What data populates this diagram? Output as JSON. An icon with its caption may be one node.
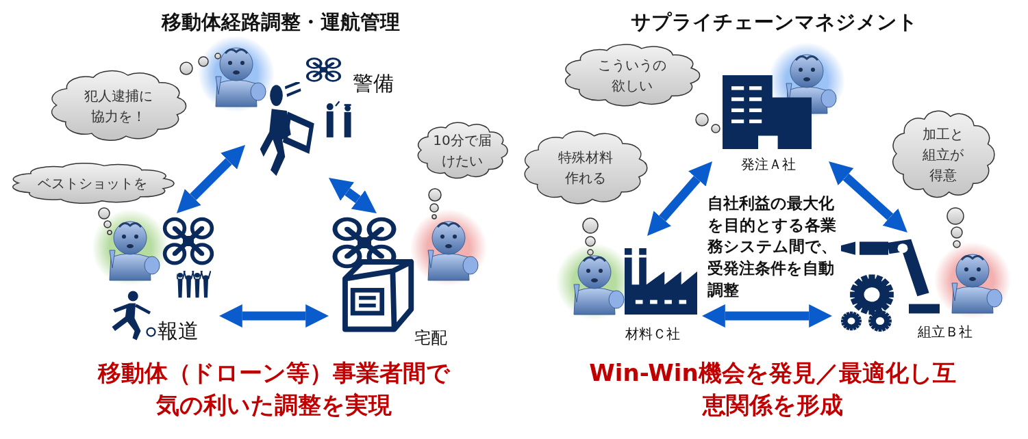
{
  "diagram": {
    "nodes": [
      {
        "text": [
          "犯人逮捕に協力を！"
        ]
      },
      {
        "text": [
          "警備"
        ]
      },
      {
        "text": [
          "ベストショットを"
        ]
      },
      {
        "text": [
          "10分で届けたい"
        ]
      },
      {
        "text": [
          "報道"
        ]
      },
      {
        "text": [
          "宅配"
        ]
      },
      {
        "text": [
          "こういうの欲しい"
        ]
      },
      {
        "text": [
          "特殊材料作れる"
        ]
      },
      {
        "text": [
          "発注Ａ社"
        ]
      },
      {
        "text": [
          "加工と組立が得意"
        ]
      },
      {
        "text": [
          "材料Ｃ社"
        ]
      },
      {
        "text": [
          "組立Ｂ社"
        ]
      }
    ],
    "edges": [
      {
        "from": 1,
        "to": 4,
        "arrow": "both"
      },
      {
        "from": 1,
        "to": 5,
        "arrow": "both"
      },
      {
        "from": 4,
        "to": 5,
        "arrow": "both"
      },
      {
        "from": 8,
        "to": 10,
        "arrow": "both"
      },
      {
        "from": 8,
        "to": 11,
        "arrow": "both"
      },
      {
        "from": 10,
        "to": 11,
        "arrow": "both"
      }
    ],
    "labels": [
      "移動体経路調整・運航管理",
      "サプライチェーンマネジメント",
      "自社利益の最大化を目的とする各業務システム間で、受発注条件を自動調整",
      "移動体（ドローン等）事業者間で気の利いた調整を実現",
      "Win-Win機会を発見／最適化し互恵関係を形成"
    ]
  }
}
